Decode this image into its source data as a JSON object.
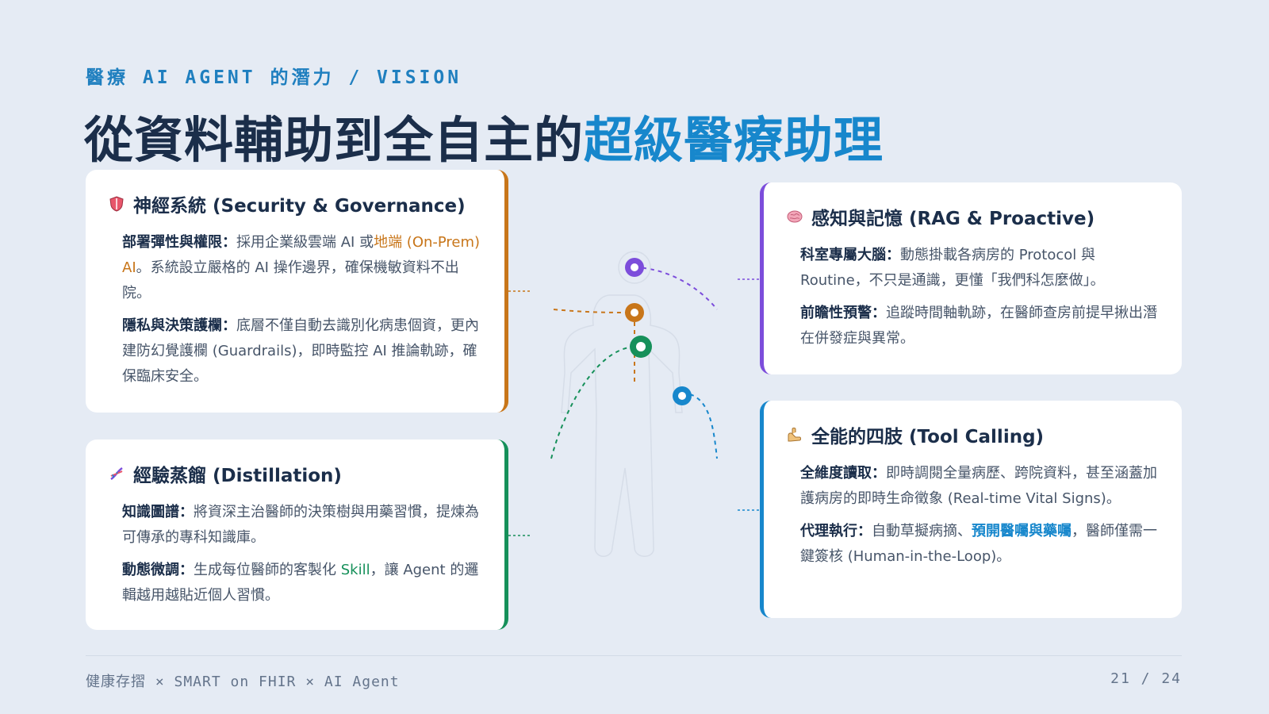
{
  "eyebrow": "醫療 AI AGENT 的潛力 / VISION",
  "title": {
    "main": "從資料輔助到全自主的",
    "accent": "超級醫療助理"
  },
  "cards": {
    "security": {
      "icon": "shield-icon",
      "heading": "神經系統 (Security & Governance)",
      "p1_label": "部署彈性與權限：",
      "p1_text_a": "採用企業級雲端 AI 或",
      "p1_highlight": "地端 (On-Prem) AI",
      "p1_text_b": "。系統設立嚴格的 AI 操作邊界，確保機敏資料不出院。",
      "p2_label": "隱私與決策護欄：",
      "p2_text": "底層不僅自動去識別化病患個資，更內建防幻覺護欄 (Guardrails)，即時監控 AI 推論軌跡，確保臨床安全。",
      "accent_color": "#c8761a"
    },
    "distill": {
      "icon": "dna-icon",
      "heading": "經驗蒸餾 (Distillation)",
      "p1_label": "知識圖譜：",
      "p1_text": "將資深主治醫師的決策樹與用藥習慣，提煉為可傳承的專科知識庫。",
      "p2_label": "動態微調：",
      "p2_text_a": "生成每位醫師的客製化 ",
      "p2_highlight": "Skill",
      "p2_text_b": "，讓 Agent 的邏輯越用越貼近個人習慣。",
      "accent_color": "#16905a"
    },
    "rag": {
      "icon": "brain-icon",
      "heading": "感知與記憶 (RAG & Proactive)",
      "p1_label": "科室專屬大腦：",
      "p1_text": "動態掛載各病房的 Protocol 與 Routine，不只是通識，更懂「我們科怎麼做」。",
      "p2_label": "前瞻性預警：",
      "p2_text": "追蹤時間軸軌跡，在醫師查房前提早揪出潛在併發症與異常。",
      "accent_color": "#7c4ddb"
    },
    "tool": {
      "icon": "flexed-arm-icon",
      "heading": "全能的四肢 (Tool Calling)",
      "p1_label": "全維度讀取：",
      "p1_text": "即時調閱全量病歷、跨院資料，甚至涵蓋加護病房的即時生命徵象 (Real-time Vital Signs)。",
      "p2_label": "代理執行：",
      "p2_text_a": "自動草擬病摘、",
      "p2_highlight": "預開醫囑與藥囑",
      "p2_text_b": "，醫師僅需一鍵簽核 (Human-in-the-Loop)。",
      "accent_color": "#1787cc"
    }
  },
  "footer": {
    "left": "健康存摺 × SMART on FHIR × AI Agent",
    "page": "21 / 24"
  }
}
